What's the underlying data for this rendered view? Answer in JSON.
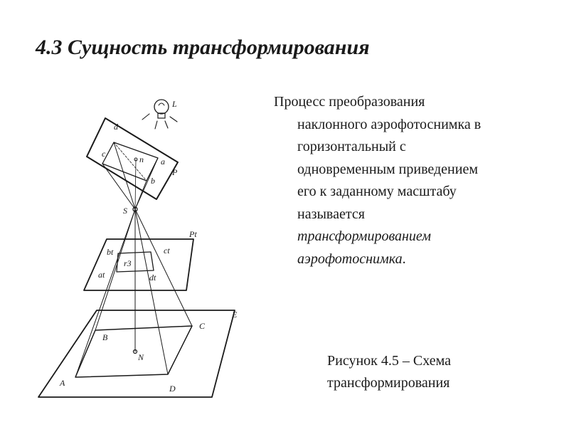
{
  "slide": {
    "title": "4.3 Сущность трансформирования"
  },
  "description": {
    "lines": [
      "Процесс преобразования",
      "наклонного аэрофотоснимка в",
      "горизонтальный с",
      "одновременным приведением",
      "его к заданному масштабу",
      "называется"
    ],
    "term_lines": [
      "трансформированием",
      "аэрофотоснимка"
    ],
    "term_end": "."
  },
  "caption": {
    "lines": [
      "Рисунок 4.5 – Схема",
      "трансформирования"
    ]
  },
  "figure": {
    "labels": {
      "light": "L",
      "photo_plane": "P",
      "photo_a": "a",
      "photo_b": "b",
      "photo_c": "c",
      "photo_d": "d",
      "photo_n": "n",
      "center": "S",
      "plane_t": "Pt",
      "t_a": "at",
      "t_b": "bt",
      "t_c": "ct",
      "t_d": "dt",
      "t_r": "r3",
      "ground_plane": "E",
      "ground_a": "A",
      "ground_b": "B",
      "ground_c": "C",
      "ground_d": "D",
      "ground_n": "N"
    }
  }
}
